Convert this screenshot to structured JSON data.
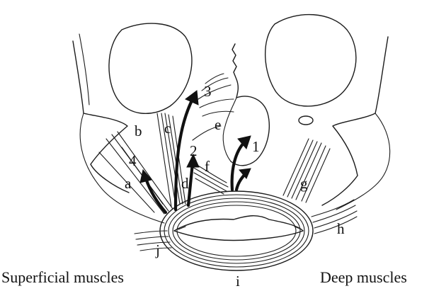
{
  "labels": {
    "a": "a",
    "b": "b",
    "c": "c",
    "d": "d",
    "e": "e",
    "f": "f",
    "g": "g",
    "h": "h",
    "i": "i",
    "j": "j",
    "n1": "1",
    "n2": "2",
    "n3": "3",
    "n4": "4"
  },
  "captions": {
    "left": "Superficial muscles",
    "right": "Deep muscles"
  }
}
